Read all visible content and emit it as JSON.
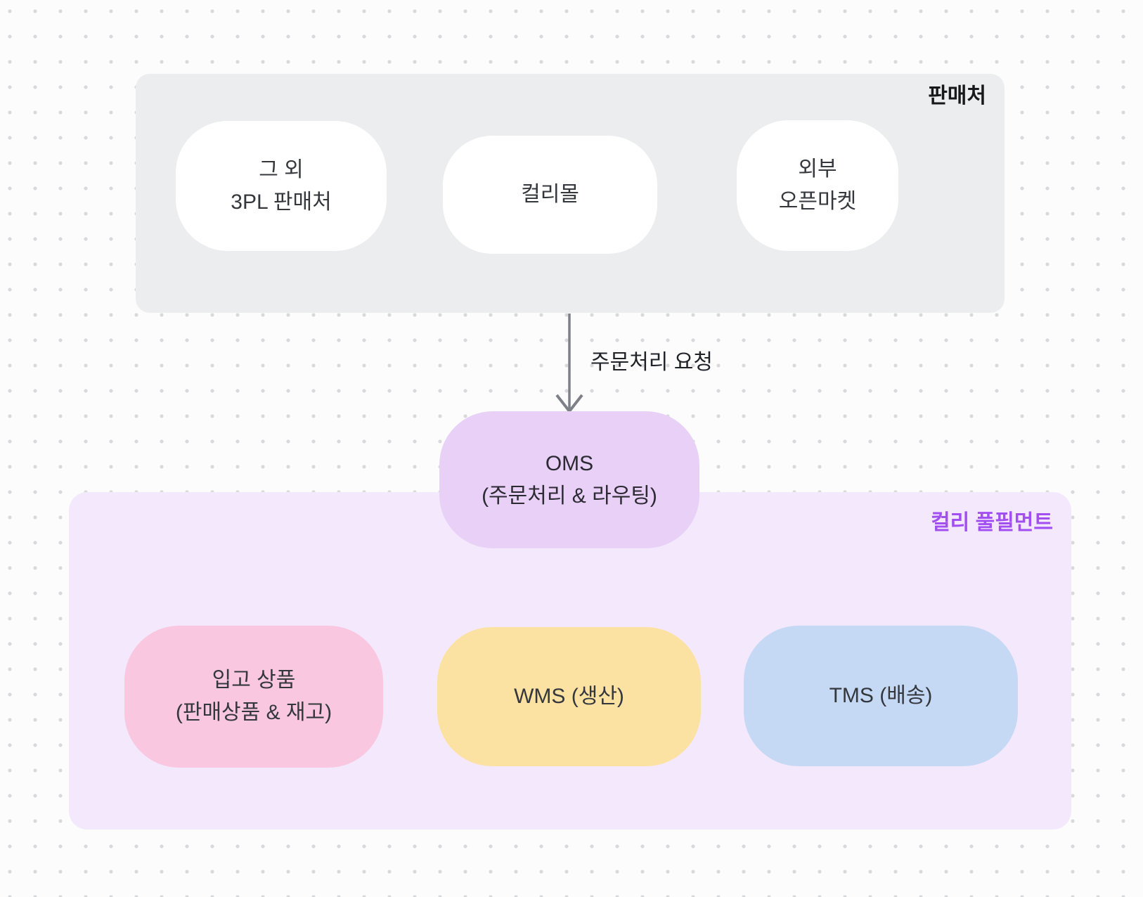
{
  "sellers": {
    "label": "판매처",
    "boxes": [
      {
        "id": "other-3pl-sellers",
        "lines": [
          "그 외",
          "3PL 판매처"
        ]
      },
      {
        "id": "kurly-mall",
        "lines": [
          "컬리몰"
        ]
      },
      {
        "id": "external-open-market",
        "lines": [
          "외부",
          "오픈마켓"
        ]
      }
    ]
  },
  "arrow": {
    "label": "주문처리 요청",
    "direction": "down"
  },
  "oms": {
    "lines": [
      "OMS",
      "(주문처리 & 라우팅)"
    ]
  },
  "fulfillment": {
    "label": "컬리 풀필먼트",
    "boxes": [
      {
        "id": "inbound-goods",
        "lines": [
          "입고 상품",
          "(판매상품 & 재고)"
        ]
      },
      {
        "id": "wms",
        "lines": [
          "WMS (생산)"
        ]
      },
      {
        "id": "tms",
        "lines": [
          "TMS (배송)"
        ]
      }
    ]
  },
  "colors": {
    "page_background": "#fcfcfd",
    "dot_grid": "#d8d9db",
    "sellers_section_bg": "#ebedee",
    "white_box_bg": "#ffffff",
    "oms_box_bg": "#e8d0f7",
    "fulfillment_section_bg": "#f4e9fc",
    "fulfillment_label_text": "#a24ff2",
    "inbound_box_bg": "#f9c8e0",
    "wms_box_bg": "#fbe2a3",
    "tms_box_bg": "#c5d9f4",
    "arrow": "#7d8187",
    "dark_text": "#17181b"
  }
}
